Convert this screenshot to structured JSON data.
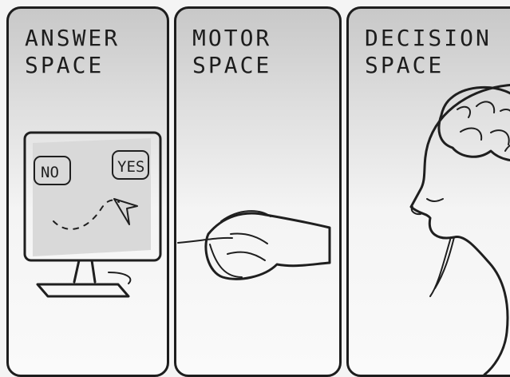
{
  "panels": [
    {
      "title": "ANSWER\nSPACE"
    },
    {
      "title": "MOTOR\nSPACE"
    },
    {
      "title": "DECISION\nSPACE"
    }
  ],
  "answer_buttons": {
    "no": "NO",
    "yes": "YES"
  },
  "colors": {
    "ink": "#1f1f1f",
    "wash": "#c8c8c8"
  }
}
